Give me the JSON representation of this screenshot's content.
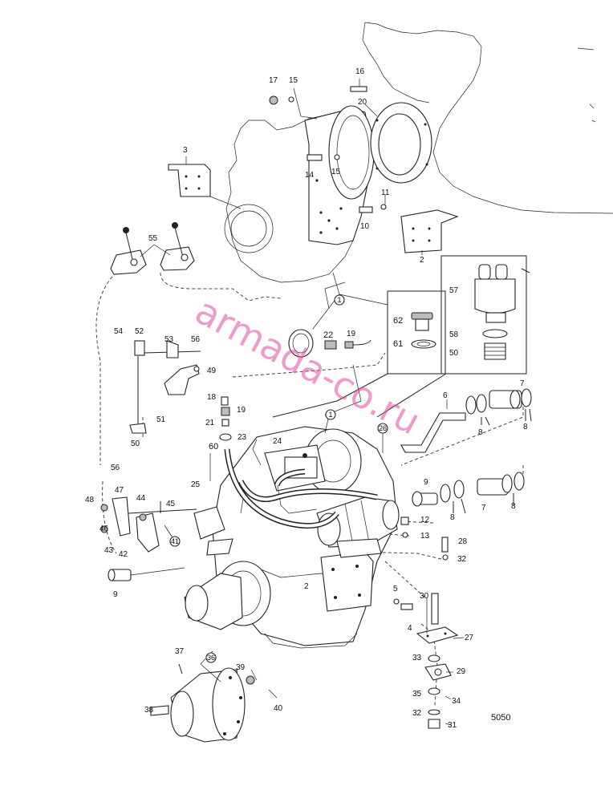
{
  "diagram": {
    "drawing_number": "5050",
    "watermark": "armada-co.ru",
    "callouts": [
      {
        "id": "c17",
        "label": "17"
      },
      {
        "id": "c15a",
        "label": "15"
      },
      {
        "id": "c16",
        "label": "16"
      },
      {
        "id": "c20",
        "label": "20"
      },
      {
        "id": "c3",
        "label": "3"
      },
      {
        "id": "c14",
        "label": "14"
      },
      {
        "id": "c15b",
        "label": "15"
      },
      {
        "id": "c11",
        "label": "11"
      },
      {
        "id": "c10",
        "label": "10"
      },
      {
        "id": "c2a",
        "label": "2"
      },
      {
        "id": "c55",
        "label": "55"
      },
      {
        "id": "c1a",
        "label": "1"
      },
      {
        "id": "c57",
        "label": "57"
      },
      {
        "id": "c62",
        "label": "62"
      },
      {
        "id": "c61",
        "label": "61"
      },
      {
        "id": "c58",
        "label": "58"
      },
      {
        "id": "c50a",
        "label": "50"
      },
      {
        "id": "c54",
        "label": "54"
      },
      {
        "id": "c52",
        "label": "52"
      },
      {
        "id": "c53",
        "label": "53"
      },
      {
        "id": "c56a",
        "label": "56"
      },
      {
        "id": "c22",
        "label": "22"
      },
      {
        "id": "c19a",
        "label": "19"
      },
      {
        "id": "c49",
        "label": "49"
      },
      {
        "id": "c18",
        "label": "18"
      },
      {
        "id": "c19b",
        "label": "19"
      },
      {
        "id": "c21",
        "label": "21"
      },
      {
        "id": "c23",
        "label": "23"
      },
      {
        "id": "c51",
        "label": "51"
      },
      {
        "id": "c50b",
        "label": "50"
      },
      {
        "id": "c60",
        "label": "60"
      },
      {
        "id": "c24",
        "label": "24"
      },
      {
        "id": "c1b",
        "label": "1"
      },
      {
        "id": "c26",
        "label": "26"
      },
      {
        "id": "c6",
        "label": "6"
      },
      {
        "id": "c7a",
        "label": "7"
      },
      {
        "id": "c8a",
        "label": "8"
      },
      {
        "id": "c8b",
        "label": "8"
      },
      {
        "id": "c25",
        "label": "25"
      },
      {
        "id": "c56b",
        "label": "56"
      },
      {
        "id": "c9a",
        "label": "9"
      },
      {
        "id": "c8c",
        "label": "8"
      },
      {
        "id": "c7b",
        "label": "7"
      },
      {
        "id": "c8d",
        "label": "8"
      },
      {
        "id": "c47",
        "label": "47"
      },
      {
        "id": "c44",
        "label": "44"
      },
      {
        "id": "c45",
        "label": "45"
      },
      {
        "id": "c48",
        "label": "48"
      },
      {
        "id": "c12",
        "label": "12"
      },
      {
        "id": "c46",
        "label": "46"
      },
      {
        "id": "c13",
        "label": "13"
      },
      {
        "id": "c41",
        "label": "41"
      },
      {
        "id": "c43",
        "label": "43"
      },
      {
        "id": "c42",
        "label": "42"
      },
      {
        "id": "c28",
        "label": "28"
      },
      {
        "id": "c32a",
        "label": "32"
      },
      {
        "id": "c9b",
        "label": "9"
      },
      {
        "id": "c2b",
        "label": "2"
      },
      {
        "id": "c5",
        "label": "5"
      },
      {
        "id": "c30",
        "label": "30"
      },
      {
        "id": "c4",
        "label": "4"
      },
      {
        "id": "c27",
        "label": "27"
      },
      {
        "id": "c37",
        "label": "37"
      },
      {
        "id": "c36",
        "label": "36"
      },
      {
        "id": "c33",
        "label": "33"
      },
      {
        "id": "c29",
        "label": "29"
      },
      {
        "id": "c39",
        "label": "39"
      },
      {
        "id": "c35",
        "label": "35"
      },
      {
        "id": "c34",
        "label": "34"
      },
      {
        "id": "c38",
        "label": "38"
      },
      {
        "id": "c40",
        "label": "40"
      },
      {
        "id": "c32b",
        "label": "32"
      },
      {
        "id": "c31",
        "label": "31"
      }
    ]
  }
}
